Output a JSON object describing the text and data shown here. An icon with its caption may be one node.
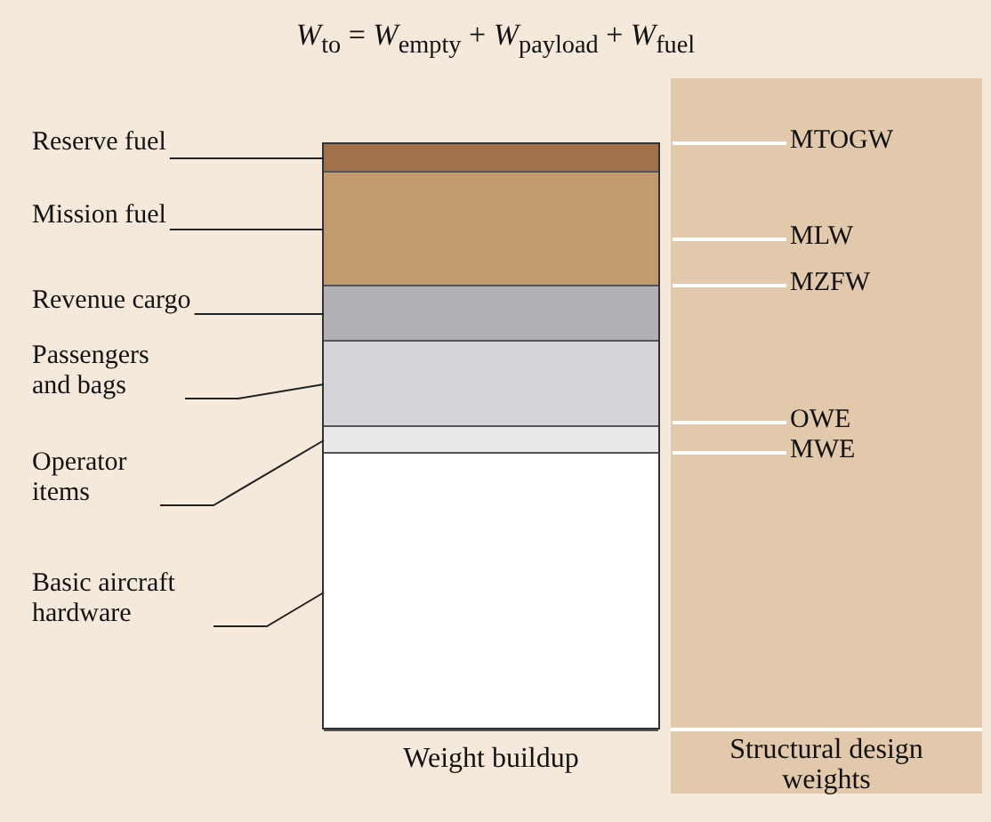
{
  "diagram": {
    "title": "*W*$_{to}$ = *W*$_{empty}$ + *W*$_{payload}$ + *W*$_{fuel}$",
    "nodes": [
      {
        "text": [
          "Weight buildup"
        ]
      },
      {
        "text": [],
        "shape": "bar",
        "in": 0
      },
      {
        "text": [],
        "shape": "bar",
        "in": 0
      },
      {
        "text": [],
        "shape": "bar",
        "in": 0
      },
      {
        "text": [],
        "shape": "bar",
        "in": 0
      },
      {
        "text": [],
        "shape": "bar",
        "in": 0
      },
      {
        "text": [],
        "shape": "bar",
        "in": 0
      },
      {
        "text": [
          "Reserve fuel"
        ]
      },
      {
        "text": [
          "Mission fuel"
        ]
      },
      {
        "text": [
          "Revenue cargo"
        ]
      },
      {
        "text": [
          "Passengers and bags"
        ]
      },
      {
        "text": [
          "Operator items"
        ]
      },
      {
        "text": [
          "Basic aircraft hardware"
        ]
      },
      {
        "text": [
          "Structural design weights"
        ]
      },
      {
        "text": [
          "MTOGW"
        ],
        "in": 13
      },
      {
        "text": [
          "MLW"
        ],
        "in": 13
      },
      {
        "text": [
          "MZFW"
        ],
        "in": 13
      },
      {
        "text": [
          "OWE"
        ],
        "in": 13
      },
      {
        "text": [
          "MWE"
        ],
        "in": 13
      }
    ],
    "edges": [
      {
        "from": 7,
        "to": 1,
        "arrow": "none"
      },
      {
        "from": 8,
        "to": 2,
        "arrow": "none"
      },
      {
        "from": 9,
        "to": 3,
        "arrow": "none"
      },
      {
        "from": 10,
        "to": 4,
        "arrow": "none"
      },
      {
        "from": 11,
        "to": 5,
        "arrow": "none"
      },
      {
        "from": 12,
        "to": 6,
        "arrow": "none"
      },
      {
        "from": 14,
        "to": null,
        "arrow": "none",
        "color": "#ffffff"
      },
      {
        "from": 15,
        "to": null,
        "arrow": "none",
        "color": "#ffffff"
      },
      {
        "from": 16,
        "to": null,
        "arrow": "none",
        "color": "#ffffff"
      },
      {
        "from": 17,
        "to": null,
        "arrow": "none",
        "color": "#ffffff"
      },
      {
        "from": 18,
        "to": null,
        "arrow": "none",
        "color": "#ffffff"
      }
    ]
  }
}
